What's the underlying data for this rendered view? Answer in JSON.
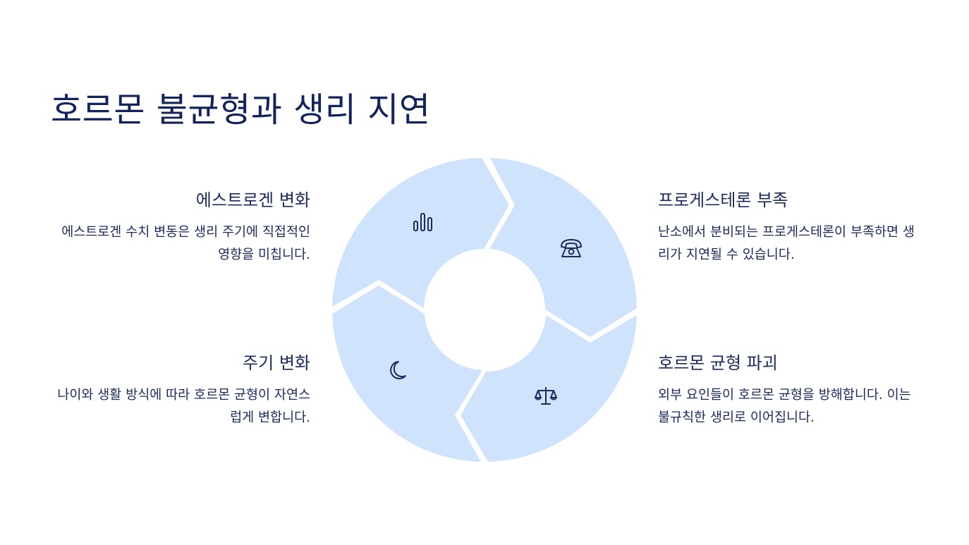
{
  "title": "호르몬 불균형과 생리 지연",
  "colors": {
    "segment_fill": "#cfe3fc",
    "icon_stroke": "#1b2a5e",
    "text": "#1b2a5e"
  },
  "blocks": {
    "estrogen": {
      "heading": "에스트로겐 변화",
      "body": "에스트로겐 수치 변동은 생리 주기에 직접적인 영향을 미칩니다."
    },
    "progesterone": {
      "heading": "프로게스테론 부족",
      "body": "난소에서 분비되는 프로게스테론이 부족하면 생리가 지연될 수 있습니다."
    },
    "cycle_change": {
      "heading": "주기 변화",
      "body": "나이와 생활 방식에 따라 호르몬 균형이 자연스럽게 변합니다."
    },
    "balance_disruption": {
      "heading": "호르몬 균형 파괴",
      "body": "외부 요인들이 호르몬 균형을 방해합니다. 이는 불규칙한 생리로 이어집니다."
    }
  },
  "icons": {
    "top_left": "bar-chart-icon",
    "top_right": "telephone-icon",
    "bottom_left": "moon-icon",
    "bottom_right": "scale-icon"
  }
}
